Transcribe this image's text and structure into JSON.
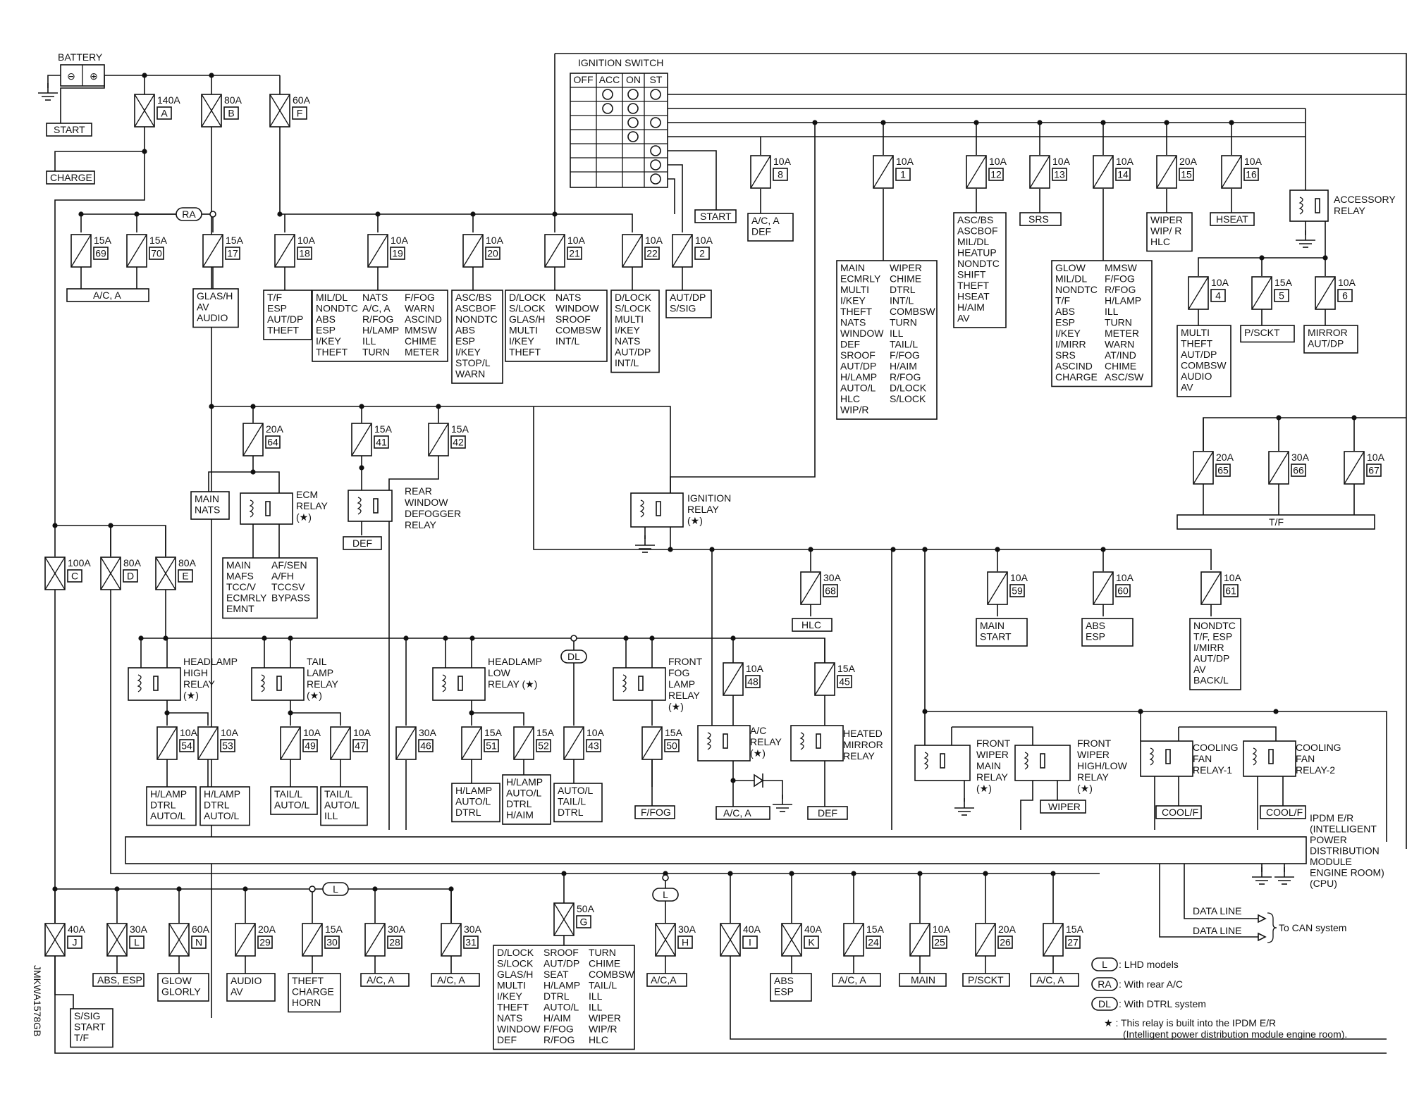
{
  "battery": {
    "label": "BATTERY",
    "minus": "⊖",
    "plus": "⊕"
  },
  "battery_labels": {
    "start": "START",
    "charge": "CHARGE"
  },
  "fusible_links_top": [
    {
      "amp": "140A",
      "id": "A"
    },
    {
      "amp": "80A",
      "id": "B"
    },
    {
      "amp": "60A",
      "id": "F"
    }
  ],
  "ignition_switch": {
    "title": "IGNITION SWITCH",
    "columns": [
      "OFF",
      "ACC",
      "ON",
      "ST"
    ],
    "start_label": "START"
  },
  "fuses_row1": [
    {
      "amp": "15A",
      "id": "69"
    },
    {
      "amp": "15A",
      "id": "70"
    },
    {
      "amp": "15A",
      "id": "17"
    },
    {
      "amp": "10A",
      "id": "18"
    },
    {
      "amp": "10A",
      "id": "19"
    },
    {
      "amp": "10A",
      "id": "20"
    },
    {
      "amp": "10A",
      "id": "21"
    },
    {
      "amp": "10A",
      "id": "22"
    },
    {
      "amp": "10A",
      "id": "2"
    },
    {
      "amp": "10A",
      "id": "8"
    }
  ],
  "fuses_row1_right": [
    {
      "amp": "10A",
      "id": "1"
    },
    {
      "amp": "10A",
      "id": "12"
    },
    {
      "amp": "10A",
      "id": "13"
    },
    {
      "amp": "10A",
      "id": "14"
    },
    {
      "amp": "20A",
      "id": "15"
    },
    {
      "amp": "10A",
      "id": "16"
    }
  ],
  "ra_label": "RA",
  "loads_row1": {
    "f69_70": [
      "A/C, A"
    ],
    "f17": [
      "GLAS/H",
      "AV",
      "AUDIO"
    ],
    "f18": [
      "T/F",
      "ESP",
      "AUT/DP",
      "THEFT"
    ],
    "f19a": [
      "MIL/DL",
      "NONDTC",
      "ABS",
      "ESP",
      "I/KEY",
      "THEFT"
    ],
    "f19b": [
      "NATS",
      "A/C, A",
      "R/FOG",
      "H/LAMP",
      "ILL",
      "TURN"
    ],
    "f19c": [
      "F/FOG",
      "WARN",
      "ASCIND",
      "MMSW",
      "CHIME",
      "METER"
    ],
    "f20": [
      "ASC/BS",
      "ASCBOF",
      "NONDTC",
      "ABS",
      "ESP",
      "I/KEY",
      "STOP/L",
      "WARN"
    ],
    "f21a": [
      "D/LOCK",
      "S/LOCK",
      "GLAS/H",
      "MULTI",
      "I/KEY",
      "THEFT"
    ],
    "f21b": [
      "NATS",
      "WINDOW",
      "SROOF",
      "COMBSW",
      "INT/L"
    ],
    "f22": [
      "D/LOCK",
      "S/LOCK",
      "MULTI",
      "I/KEY",
      "NATS",
      "AUT/DP",
      "INT/L"
    ],
    "f2": [
      "AUT/DP",
      "S/SIG"
    ],
    "f8": [
      "A/C, A",
      "DEF"
    ],
    "f1a": [
      "MAIN",
      "ECMRLY",
      "MULTI",
      "I/KEY",
      "THEFT",
      "NATS",
      "WINDOW",
      "DEF",
      "SROOF",
      "AUT/DP",
      "H/LAMP",
      "AUTO/L",
      "HLC",
      "WIP/R"
    ],
    "f1b": [
      "WIPER",
      "CHIME",
      "DTRL",
      "INT/L",
      "COMBSW",
      "TURN",
      "ILL",
      "TAIL/L",
      "F/FOG",
      "H/AIM",
      "R/FOG",
      "D/LOCK",
      "S/LOCK"
    ],
    "f12": [
      "ASC/BS",
      "ASCBOF",
      "MIL/DL",
      "HEATUP",
      "NONDTC",
      "SHIFT",
      "THEFT",
      "HSEAT",
      "H/AIM",
      "AV"
    ],
    "f13": [
      "SRS"
    ],
    "f14a": [
      "GLOW",
      "MIL/DL",
      "NONDTC",
      "T/F",
      "ABS",
      "ESP",
      "I/KEY",
      "I/MIRR",
      "SRS",
      "ASCIND",
      "CHARGE"
    ],
    "f14b": [
      "MMSW",
      "F/FOG",
      "R/FOG",
      "H/LAMP",
      "ILL",
      "TURN",
      "METER",
      "WARN",
      "AT/IND",
      "CHIME",
      "ASC/SW"
    ],
    "f15": [
      "WIPER",
      "WIP/ R",
      "HLC"
    ],
    "f16": [
      "HSEAT"
    ]
  },
  "accessory_relay": {
    "label": [
      "ACCESSORY",
      "RELAY"
    ]
  },
  "acc_fuses": [
    {
      "amp": "10A",
      "id": "4",
      "loads": [
        "MULTI",
        "THEFT",
        "AUT/DP",
        "COMBSW",
        "AUDIO",
        "AV"
      ]
    },
    {
      "amp": "15A",
      "id": "5",
      "loads": [
        "P/SCKT"
      ]
    },
    {
      "amp": "10A",
      "id": "6",
      "loads": [
        "MIRROR",
        "AUT/DP"
      ]
    }
  ],
  "tf_fuses": [
    {
      "amp": "20A",
      "id": "65"
    },
    {
      "amp": "30A",
      "id": "66"
    },
    {
      "amp": "10A",
      "id": "67"
    }
  ],
  "tf_label": "T/F",
  "mid_fuses": [
    {
      "amp": "20A",
      "id": "64"
    },
    {
      "amp": "15A",
      "id": "41"
    },
    {
      "amp": "15A",
      "id": "42"
    }
  ],
  "ecm_relay": {
    "label": [
      "ECM",
      "RELAY",
      "(★)"
    ],
    "main_nats": [
      "MAIN",
      "NATS"
    ],
    "loads_a": [
      "MAIN",
      "MAFS",
      "TCC/V",
      "ECMRLY",
      "EMNT"
    ],
    "loads_b": [
      "AF/SEN",
      "A/FH",
      "TCCSV",
      "BYPASS"
    ]
  },
  "rear_defogger": {
    "label": [
      "REAR",
      "WINDOW",
      "DEFOGGER",
      "RELAY"
    ],
    "load": "DEF"
  },
  "ignition_relay": {
    "label": [
      "IGNITION",
      "RELAY",
      "(★)"
    ]
  },
  "right_mid_fuses": [
    {
      "amp": "30A",
      "id": "68",
      "loads": [
        "HLC"
      ]
    },
    {
      "amp": "10A",
      "id": "59",
      "loads": [
        "MAIN",
        "START"
      ]
    },
    {
      "amp": "10A",
      "id": "60",
      "loads": [
        "ABS",
        "ESP"
      ]
    },
    {
      "amp": "10A",
      "id": "61",
      "loads": [
        "NONDTC",
        "T/F, ESP",
        "I/MIRR",
        "AUT/DP",
        "AV",
        "BACK/L"
      ]
    }
  ],
  "fusible_links_mid": [
    {
      "amp": "100A",
      "id": "C"
    },
    {
      "amp": "80A",
      "id": "D"
    },
    {
      "amp": "80A",
      "id": "E"
    }
  ],
  "relays_bottom": {
    "headlamp_high": [
      "HEADLAMP",
      "HIGH",
      "RELAY",
      "(★)"
    ],
    "tail_lamp": [
      "TAIL",
      "LAMP",
      "RELAY",
      "(★)"
    ],
    "headlamp_low": [
      "HEADLAMP",
      "LOW",
      "RELAY (★)"
    ],
    "front_fog": [
      "FRONT",
      "FOG",
      "LAMP",
      "RELAY",
      "(★)"
    ],
    "ac_relay": [
      "A/C",
      "RELAY",
      "(★)"
    ],
    "heated_mirror": [
      "HEATED",
      "MIRROR",
      "RELAY"
    ],
    "front_wiper_main": [
      "FRONT",
      "WIPER",
      "MAIN",
      "RELAY",
      "(★)"
    ],
    "front_wiper_hl": [
      "FRONT",
      "WIPER",
      "HIGH/LOW",
      "RELAY",
      "(★)"
    ],
    "cooling_fan_1": [
      "COOLING",
      "FAN",
      "RELAY-1"
    ],
    "cooling_fan_2": [
      "COOLING",
      "FAN",
      "RELAY-2"
    ]
  },
  "dl_label": "DL",
  "bottom_fuses": [
    {
      "amp": "10A",
      "id": "54",
      "loads": [
        "H/LAMP",
        "DTRL",
        "AUTO/L"
      ]
    },
    {
      "amp": "10A",
      "id": "53",
      "loads": [
        "H/LAMP",
        "DTRL",
        "AUTO/L"
      ]
    },
    {
      "amp": "10A",
      "id": "49",
      "loads": [
        "TAIL/L",
        "AUTO/L"
      ]
    },
    {
      "amp": "10A",
      "id": "47",
      "loads": [
        "TAIL/L",
        "AUTO/L",
        "ILL"
      ]
    },
    {
      "amp": "30A",
      "id": "46",
      "loads": []
    },
    {
      "amp": "15A",
      "id": "51",
      "loads": [
        "H/LAMP",
        "AUTO/L",
        "DTRL"
      ]
    },
    {
      "amp": "15A",
      "id": "52",
      "loads": [
        "H/LAMP",
        "AUTO/L",
        "DTRL",
        "H/AIM"
      ]
    },
    {
      "amp": "10A",
      "id": "43",
      "loads": [
        "AUTO/L",
        "TAIL/L",
        "DTRL"
      ]
    },
    {
      "amp": "15A",
      "id": "50",
      "loads": [
        "F/FOG"
      ]
    },
    {
      "amp": "10A",
      "id": "48",
      "loads": [
        "A/C, A"
      ]
    },
    {
      "amp": "15A",
      "id": "45",
      "loads": [
        "DEF"
      ]
    }
  ],
  "wiper_label": "WIPER",
  "cool_labels": [
    "COOL/F",
    "COOL/F"
  ],
  "ipdm": [
    "IPDM E/R",
    "(INTELLIGENT",
    "POWER",
    "DISTRIBUTION",
    "MODULE",
    "ENGINE ROOM)",
    "(CPU)"
  ],
  "data_lines": [
    "DATA LINE",
    "DATA LINE"
  ],
  "can_label": "To CAN system",
  "lower_fuses": [
    {
      "amp": "40A",
      "id": "J",
      "fusible": true,
      "loads": []
    },
    {
      "amp": "30A",
      "id": "L",
      "fusible": true,
      "loads": [
        "ABS, ESP"
      ]
    },
    {
      "amp": "60A",
      "id": "N",
      "fusible": true,
      "loads": [
        "GLOW",
        "GLORLY"
      ]
    },
    {
      "amp": "20A",
      "id": "29",
      "fusible": false,
      "loads": [
        "AUDIO",
        "AV"
      ]
    },
    {
      "amp": "15A",
      "id": "30",
      "fusible": false,
      "loads": [
        "THEFT",
        "CHARGE",
        "HORN"
      ]
    },
    {
      "amp": "30A",
      "id": "28",
      "fusible": false,
      "loads": [
        "A/C, A"
      ]
    },
    {
      "amp": "30A",
      "id": "31",
      "fusible": false,
      "loads": [
        "A/C, A"
      ]
    }
  ],
  "fuse_g": {
    "amp": "50A",
    "id": "G",
    "loads_a": [
      "D/LOCK",
      "S/LOCK",
      "GLAS/H",
      "MULTI",
      "I/KEY",
      "THEFT",
      "NATS",
      "WINDOW",
      "DEF"
    ],
    "loads_b": [
      "SROOF",
      "AUT/DP",
      "SEAT",
      "H/LAMP",
      "DTRL",
      "AUTO/L",
      "H/AIM",
      "F/FOG",
      "R/FOG"
    ],
    "loads_c": [
      "TURN",
      "CHIME",
      "COMBSW",
      "TAIL/L",
      "ILL",
      "ILL",
      "WIPER",
      "WIP/R",
      "HLC"
    ]
  },
  "lower_right_fuses": [
    {
      "amp": "30A",
      "id": "H",
      "fusible": true,
      "loads": [
        "A/C,A"
      ]
    },
    {
      "amp": "40A",
      "id": "I",
      "fusible": true,
      "loads": []
    },
    {
      "amp": "40A",
      "id": "K",
      "fusible": true,
      "loads": [
        "ABS",
        "ESP"
      ]
    },
    {
      "amp": "15A",
      "id": "24",
      "fusible": false,
      "loads": [
        "A/C, A"
      ]
    },
    {
      "amp": "10A",
      "id": "25",
      "fusible": false,
      "loads": [
        "MAIN"
      ]
    },
    {
      "amp": "20A",
      "id": "26",
      "fusible": false,
      "loads": [
        "P/SCKT"
      ]
    },
    {
      "amp": "15A",
      "id": "27",
      "fusible": false,
      "loads": [
        "A/C, A"
      ]
    }
  ],
  "ssig_box": [
    "S/SIG",
    "START",
    "T/F"
  ],
  "legend": [
    {
      "sym": "L",
      "text": ": LHD models"
    },
    {
      "sym": "RA",
      "text": ": With rear A/C"
    },
    {
      "sym": "DL",
      "text": ": With DTRL system"
    }
  ],
  "note": [
    "★ : This relay is built into the IPDM E/R",
    "(Intelligent power distribution module engine room)."
  ],
  "code": "JMKWA1578GB"
}
